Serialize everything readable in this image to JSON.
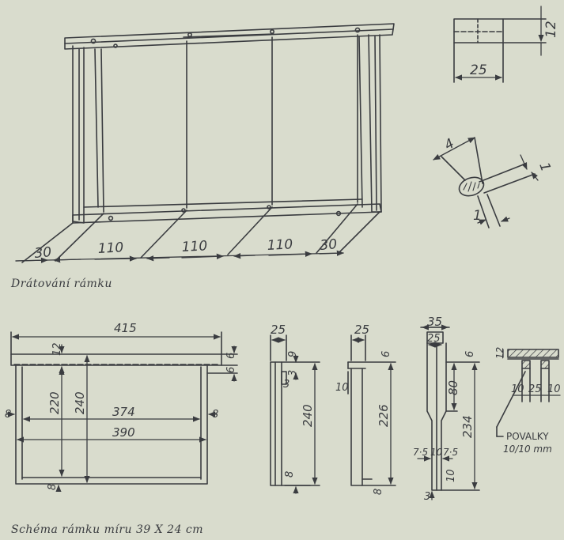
{
  "captions": {
    "wiring": "Drátování rámku",
    "schema": "Schéma rámku míru 39 X 24 cm"
  },
  "labels": {
    "persp_30_left": "30",
    "persp_110_a": "110",
    "persp_110_b": "110",
    "persp_110_c": "110",
    "persp_30_right": "30",
    "section_12": "12",
    "section_25": "25",
    "wire_4": "4",
    "wire_1_right": "1",
    "wire_1_bottom": "1",
    "front_415": "415",
    "front_12": "12",
    "front_6_top": "6",
    "front_6_lower": "6",
    "front_220": "220",
    "front_240": "240",
    "front_374": "374",
    "front_390": "390",
    "front_8_left": "8",
    "front_8_right": "8",
    "front_8_bottom": "8",
    "sideA_25": "25",
    "sideA_9": "9",
    "sideA_3a": "3",
    "sideA_3b": "3",
    "sideA_240": "240",
    "sideA_8": "8",
    "sideB_25": "25",
    "sideB_6": "6",
    "sideB_10": "10",
    "sideB_226": "226",
    "sideB_8": "8",
    "sideC_35": "35",
    "sideC_25": "25",
    "sideC_6": "6",
    "sideC_80": "80",
    "sideC_234": "234",
    "sideC_7_5_left": "7·5",
    "sideC_10": "10",
    "sideC_7_5_right": "7·5",
    "sideC_10_low": "10",
    "sideC_3": "3",
    "detail_12": "12",
    "detail_10_left": "10",
    "detail_25": "25",
    "detail_10_right": "10",
    "povalky": "POVALKY",
    "povalky_size": "10/10 mm"
  },
  "colors": {
    "paper": "#d9dccd",
    "ink": "#3a3c40"
  }
}
